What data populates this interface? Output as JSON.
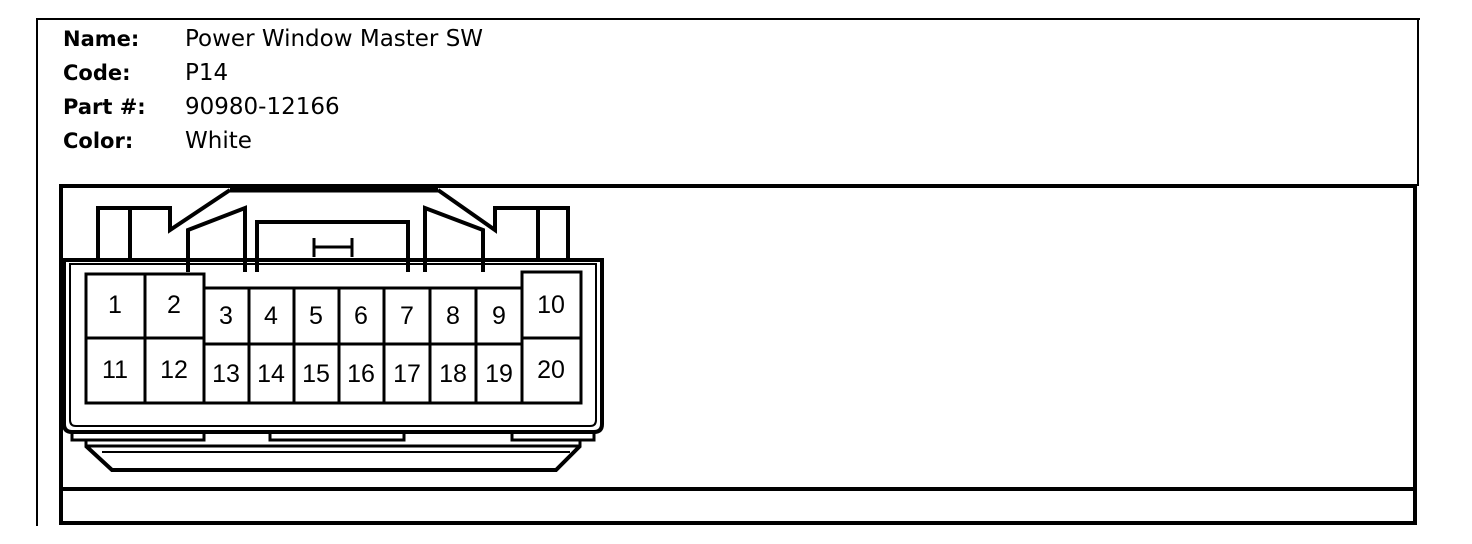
{
  "connector": {
    "name_label": "Name:",
    "name_value": "Power Window Master SW",
    "code_label": "Code:",
    "code_value": "P14",
    "part_label": "Part #:",
    "part_value": "90980-12166",
    "color_label": "Color:",
    "color_value": "White"
  },
  "pins": {
    "p1": "1",
    "p2": "2",
    "p3": "3",
    "p4": "4",
    "p5": "5",
    "p6": "6",
    "p7": "7",
    "p8": "8",
    "p9": "9",
    "p10": "10",
    "p11": "11",
    "p12": "12",
    "p13": "13",
    "p14": "14",
    "p15": "15",
    "p16": "16",
    "p17": "17",
    "p18": "18",
    "p19": "19",
    "p20": "20"
  },
  "colors": {
    "line": "#000000",
    "background": "#ffffff"
  }
}
